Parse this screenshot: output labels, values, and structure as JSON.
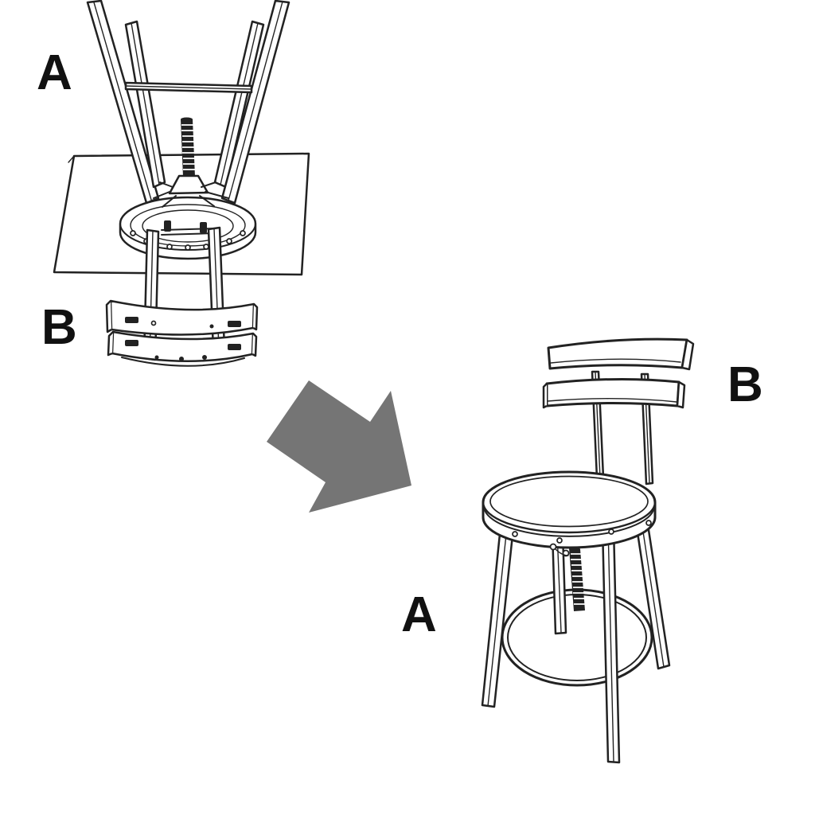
{
  "colors": {
    "background": "#ffffff",
    "line": "#222222",
    "arrow": "#757575",
    "label_text": "#111111"
  },
  "figure_before": {
    "label_a": "A",
    "label_b": "B"
  },
  "figure_after": {
    "label_b": "B",
    "label_a": "A"
  }
}
